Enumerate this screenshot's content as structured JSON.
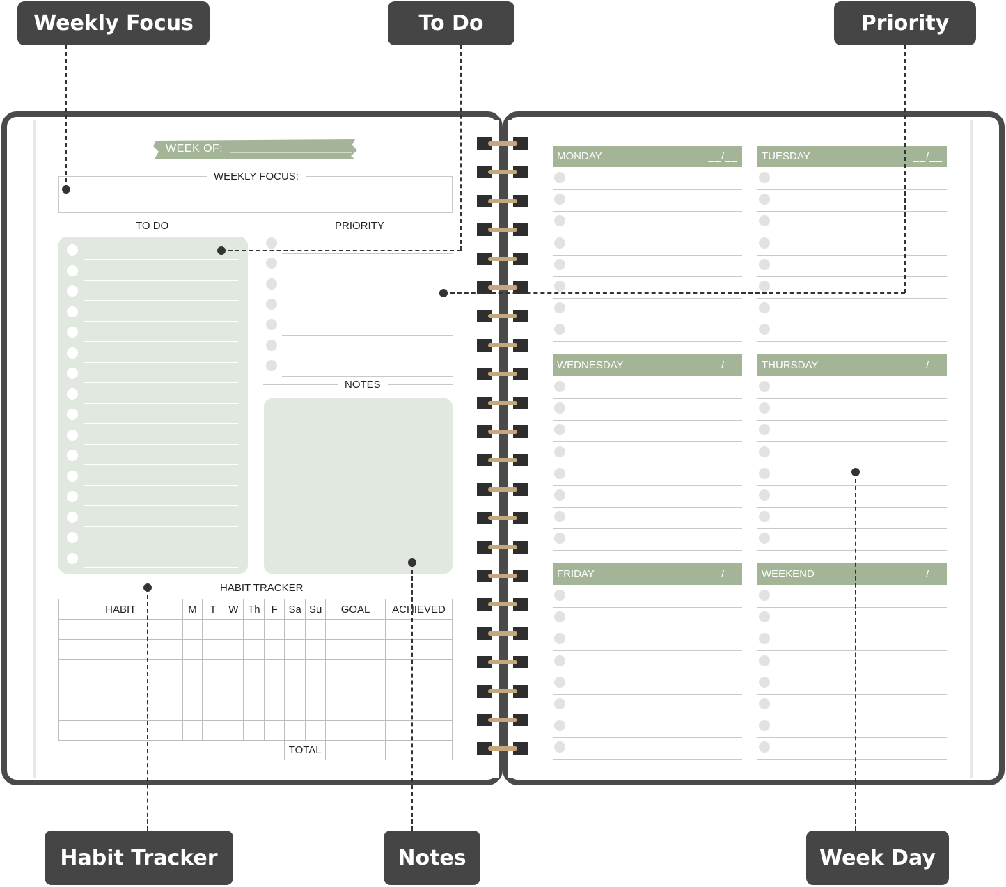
{
  "callouts": {
    "weekly_focus": "Weekly Focus",
    "todo": "To Do",
    "priority": "Priority",
    "habit_tracker": "Habit Tracker",
    "notes": "Notes",
    "week_day": "Week Day"
  },
  "left_page": {
    "week_of": "WEEK OF:",
    "weekly_focus": "WEEKLY FOCUS:",
    "todo": "TO DO",
    "priority": "PRIORITY",
    "notes": "NOTES",
    "habit_tracker": "HABIT TRACKER",
    "habit_columns": [
      "HABIT",
      "M",
      "T",
      "W",
      "Th",
      "F",
      "Sa",
      "Su",
      "GOAL",
      "ACHIEVED"
    ],
    "total": "TOTAL"
  },
  "right_page": {
    "days": [
      "MONDAY",
      "TUESDAY",
      "WEDNESDAY",
      "THURSDAY",
      "FRIDAY",
      "WEEKEND"
    ],
    "date_placeholder": "__/__"
  },
  "colors": {
    "accent_green": "#a4b496",
    "panel_green": "#e1e8df",
    "frame": "#4a4a4a",
    "callout_bg": "#454545",
    "ring_gold": "#c4a77d"
  }
}
